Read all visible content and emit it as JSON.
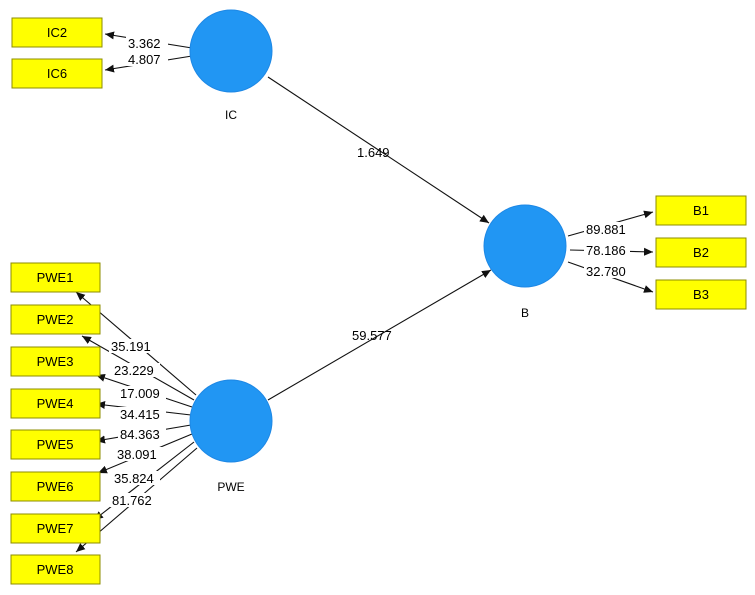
{
  "constructs": {
    "IC": {
      "label": "IC"
    },
    "PWE": {
      "label": "PWE"
    },
    "B": {
      "label": "B"
    }
  },
  "indicators": {
    "IC": [
      {
        "label": "IC2",
        "value": "3.362"
      },
      {
        "label": "IC6",
        "value": "4.807"
      }
    ],
    "PWE": [
      {
        "label": "PWE1",
        "value": "35.191"
      },
      {
        "label": "PWE2",
        "value": "23.229"
      },
      {
        "label": "PWE3",
        "value": "17.009"
      },
      {
        "label": "PWE4",
        "value": "34.415"
      },
      {
        "label": "PWE5",
        "value": "84.363"
      },
      {
        "label": "PWE6",
        "value": "38.091"
      },
      {
        "label": "PWE7",
        "value": "35.824"
      },
      {
        "label": "PWE8",
        "value": "81.762"
      }
    ],
    "B": [
      {
        "label": "B1",
        "value": "89.881"
      },
      {
        "label": "B2",
        "value": "78.186"
      },
      {
        "label": "B3",
        "value": "32.780"
      }
    ]
  },
  "structural_paths": [
    {
      "from": "IC",
      "to": "B",
      "value": "1.649"
    },
    {
      "from": "PWE",
      "to": "B",
      "value": "59.577"
    }
  ],
  "colors": {
    "indicator_fill": "#ffff00",
    "construct_fill": "#2196f3"
  }
}
